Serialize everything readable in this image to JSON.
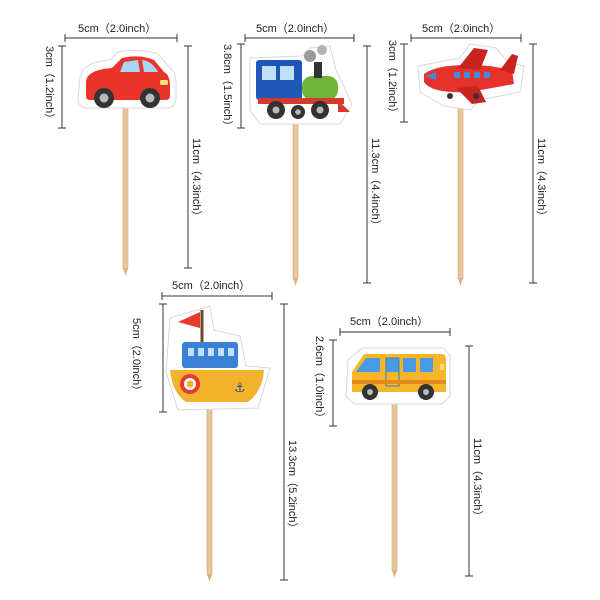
{
  "toppers": {
    "car": {
      "width_label": "5cm（2.0inch）",
      "height_label": "3cm（1.2inch）",
      "stick_label": "11cm（4.3inch）"
    },
    "train": {
      "width_label": "5cm（2.0inch）",
      "height_label": "3.8cm（1.5inch）",
      "stick_label": "11.3cm（4.4inch）"
    },
    "plane": {
      "width_label": "5cm（2.0inch）",
      "height_label": "3cm（1.2inch）",
      "stick_label": "11cm（4.3inch）"
    },
    "boat": {
      "width_label": "5cm（2.0inch）",
      "height_label": "5cm（2.0inch）",
      "stick_label": "13.3cm（5.2inch）"
    },
    "bus": {
      "width_label": "5cm（2.0inch）",
      "height_label": "2.6cm（1.0inch）",
      "stick_label": "11cm（4.3inch）"
    }
  },
  "colors": {
    "car_body": "#e8342a",
    "train_body": "#1f57b8",
    "train_tank": "#6fb43a",
    "plane_body": "#e5322d",
    "plane_window": "#3b8fe0",
    "boat_hull": "#f3b22b",
    "boat_cabin": "#3c7fd6",
    "boat_flag": "#e63a2e",
    "bus_body": "#f5b62a",
    "bus_window": "#4a9be3",
    "stick": "#e8c79b"
  }
}
